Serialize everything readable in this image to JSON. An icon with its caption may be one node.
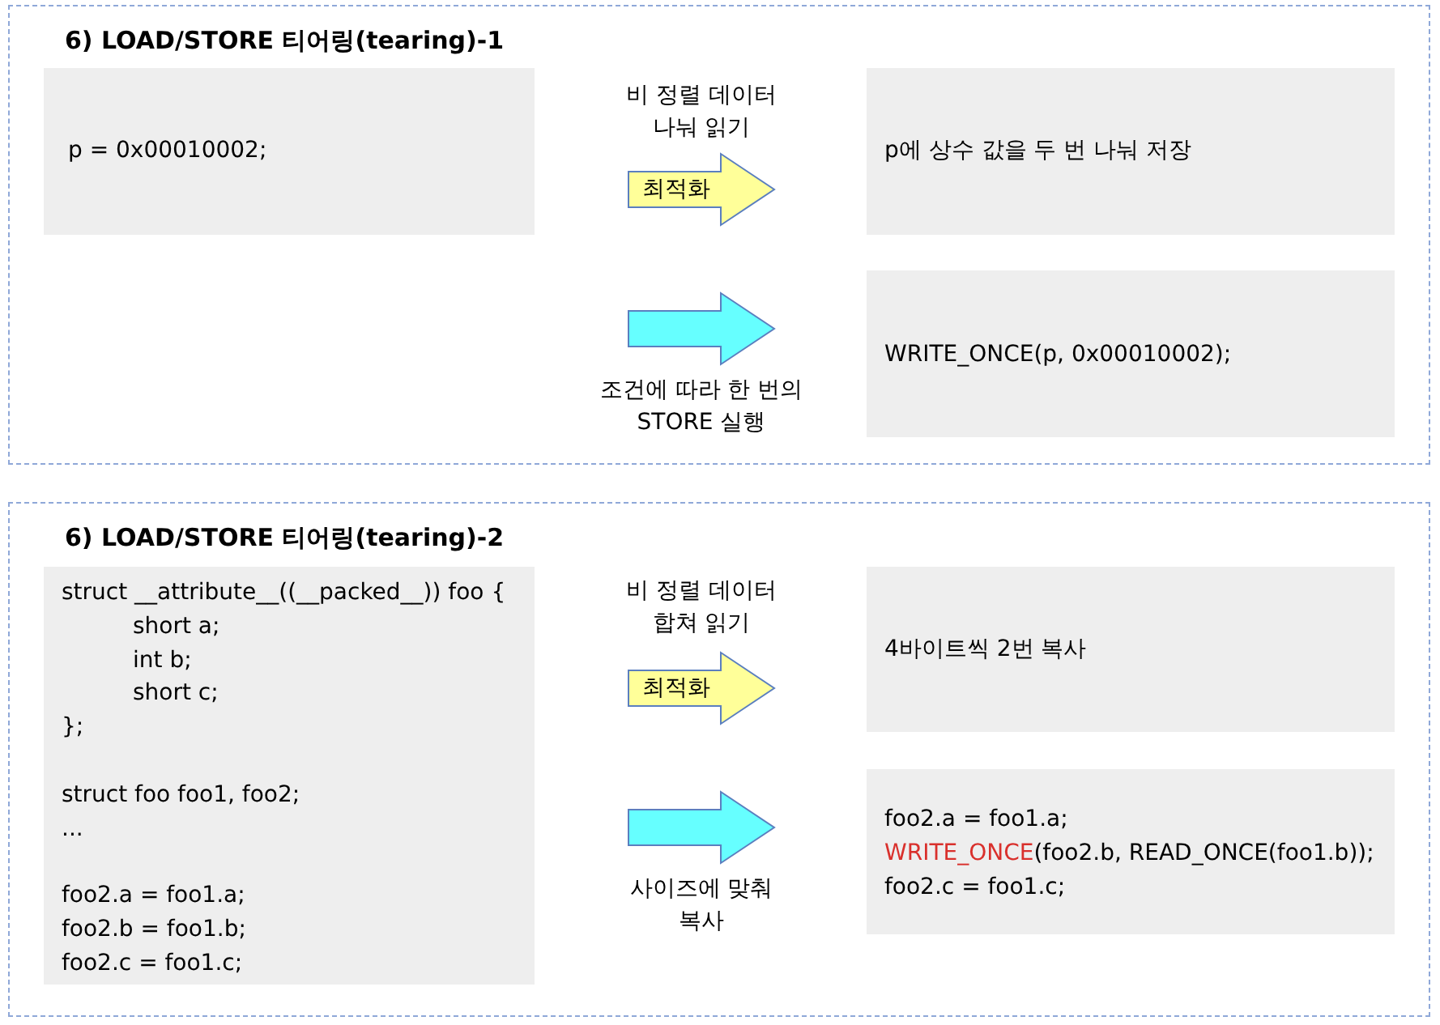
{
  "diagram": {
    "nodes": [
      {
        "text": [
          "6) LOAD/STORE 티어링(tearing)-1"
        ]
      },
      {
        "text": [
          "p = 0x00010002;"
        ],
        "in": 0
      },
      {
        "text": [
          "p에 상수 값을 두 번 나눠 저장"
        ],
        "in": 0
      },
      {
        "text": [
          "WRITE_ONCE(p, 0x00010002);"
        ],
        "in": 0
      },
      {
        "text": [
          "6) LOAD/STORE 티어링(tearing)-2"
        ]
      },
      {
        "text": [
          "struct __attribute__((__packed__)) foo {",
          "short a;",
          "int b;",
          "short c;",
          "};",
          "struct foo foo1, foo2;",
          "...",
          "foo2.a = foo1.a;",
          "foo2.b = foo1.b;",
          "foo2.c = foo1.c;"
        ],
        "in": 4
      },
      {
        "text": [
          "4바이트씩 2번 복사"
        ],
        "in": 4
      },
      {
        "text": [
          "foo2.a = foo1.a;",
          "WRITE_ONCE",
          "(foo2.b, READ_ONCE(foo1.b));",
          "foo2.c = foo1.c;"
        ],
        "in": 4
      }
    ],
    "edges": [
      {
        "from": 1,
        "to": 2,
        "arrow": "to",
        "label": "최적화",
        "color": "#ffff99"
      },
      {
        "from": 1,
        "to": 3,
        "arrow": "to",
        "color": "#66ffff"
      },
      {
        "from": 5,
        "to": 6,
        "arrow": "to",
        "label": "최적화",
        "color": "#ffff99"
      },
      {
        "from": 5,
        "to": 7,
        "arrow": "to",
        "color": "#66ffff"
      }
    ],
    "labels": [
      "비 정렬 데이터 나눠 읽기",
      "조건에 따라 한 번의 STORE 실행",
      "비 정렬 데이터 합쳐 읽기",
      "사이즈에 맞춰 복사"
    ]
  }
}
